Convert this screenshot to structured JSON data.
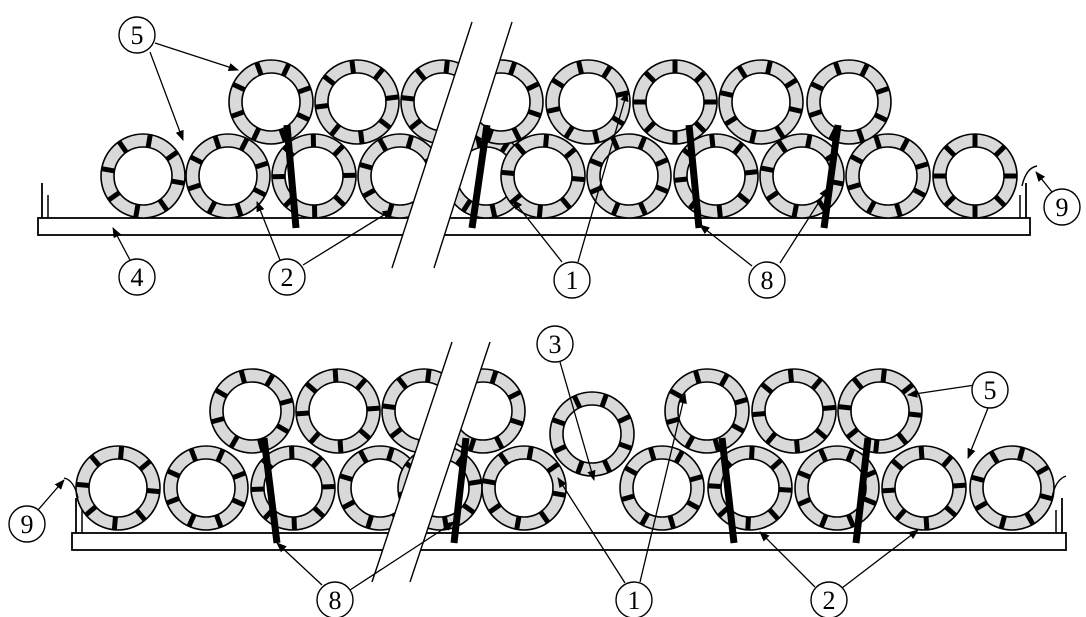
{
  "colors": {
    "stroke": "#000000",
    "ring_fill": "#d9d9d9",
    "background": "#ffffff",
    "band": "#000000"
  },
  "labels": {
    "one": "1",
    "two": "2",
    "three": "3",
    "four": "4",
    "five": "5",
    "eight": "8",
    "nine": "9"
  },
  "callouts": [
    {
      "id": "top-5",
      "label": "5"
    },
    {
      "id": "top-4",
      "label": "4"
    },
    {
      "id": "top-2",
      "label": "2"
    },
    {
      "id": "top-1",
      "label": "1"
    },
    {
      "id": "top-8",
      "label": "8"
    },
    {
      "id": "top-9",
      "label": "9"
    },
    {
      "id": "bottom-3",
      "label": "3"
    },
    {
      "id": "bottom-5",
      "label": "5"
    },
    {
      "id": "bottom-9",
      "label": "9"
    },
    {
      "id": "bottom-8",
      "label": "8"
    },
    {
      "id": "bottom-1",
      "label": "1"
    },
    {
      "id": "bottom-2",
      "label": "2"
    }
  ]
}
